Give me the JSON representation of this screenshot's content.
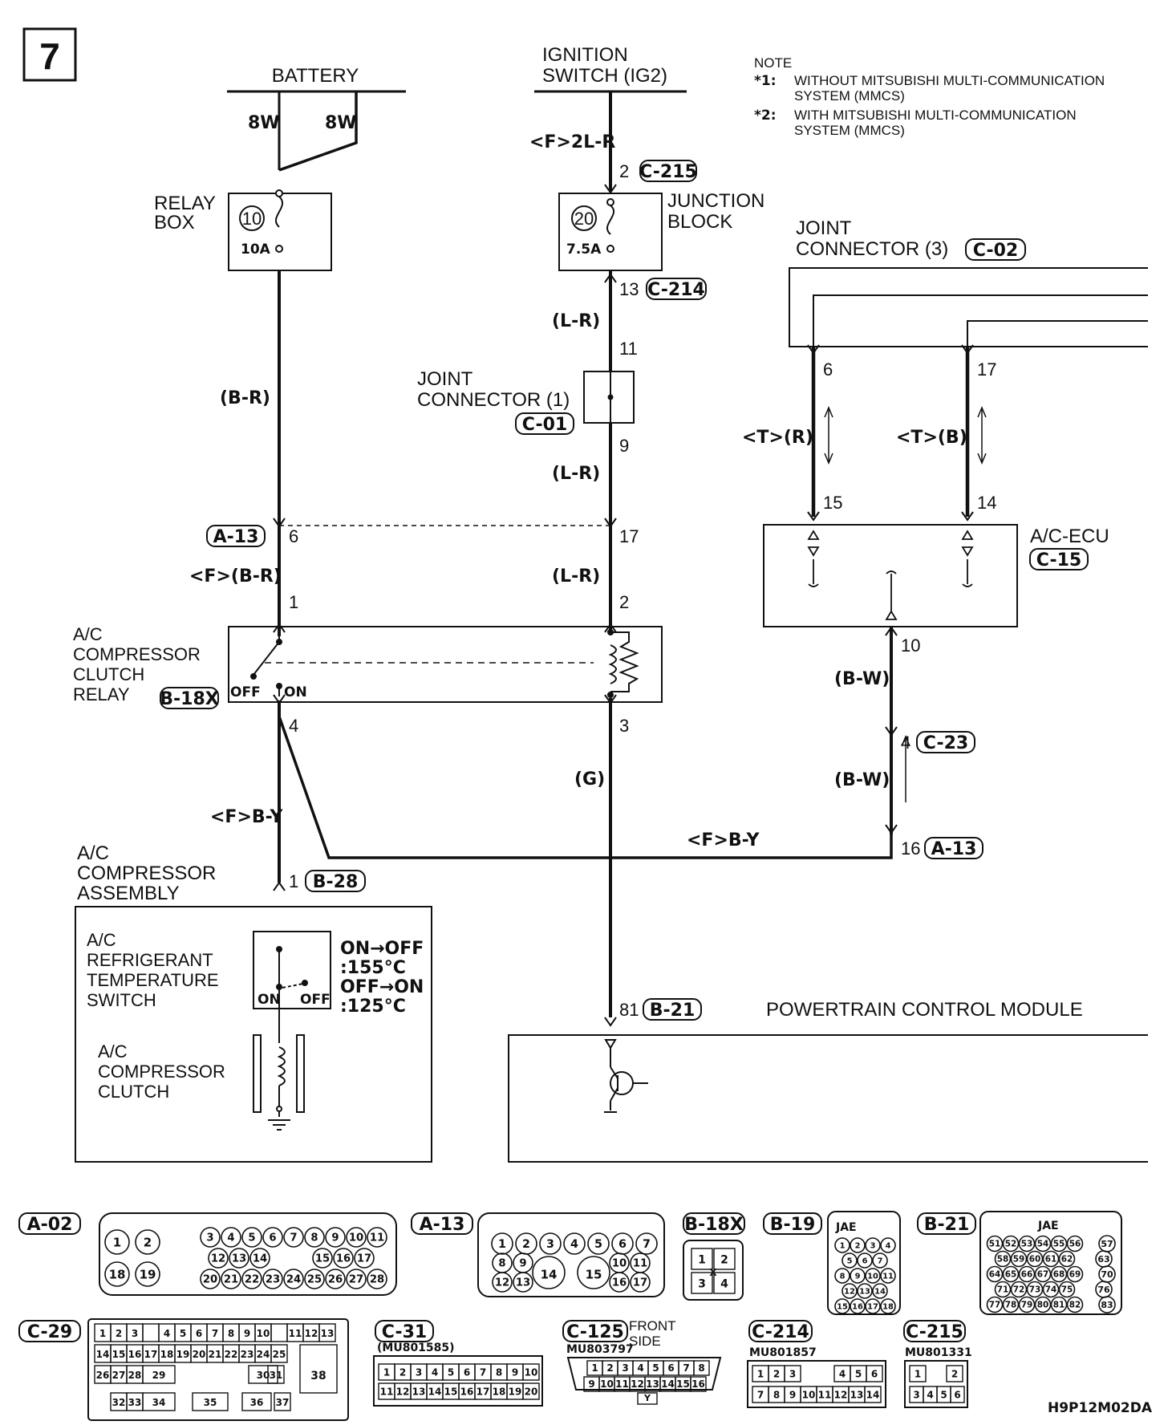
{
  "page": {
    "number": "7",
    "code": "H9P12M02DA"
  },
  "note": {
    "heading": "NOTE",
    "n1_mark": "*1:",
    "n1_l1": "WITHOUT MITSUBISHI MULTI-COMMUNICATION",
    "n1_l2": "SYSTEM (MMCS)",
    "n2_mark": "*2:",
    "n2_l1": "WITH MITSUBISHI MULTI-COMMUNICATION",
    "n2_l2": "SYSTEM (MMCS)"
  },
  "labels": {
    "battery": "BATTERY",
    "ign_l1": "IGNITION",
    "ign_l2": "SWITCH (IG2)",
    "relaybox_l1": "RELAY",
    "relaybox_l2": "BOX",
    "fuse10": "10",
    "fuse10_rating": "10A",
    "jb_l1": "JUNCTION",
    "jb_l2": "BLOCK",
    "fuse20": "20",
    "fuse20_rating": "7.5A",
    "jc1_l1": "JOINT",
    "jc1_l2": "CONNECTOR (1)",
    "jc3_l1": "JOINT",
    "jc3_l2": "CONNECTOR (3)",
    "acecu": "A/C-ECU",
    "relay_l1": "A/C",
    "relay_l2": "COMPRESSOR",
    "relay_l3": "CLUTCH",
    "relay_l4": "RELAY",
    "off": "OFF",
    "on": "ON",
    "comp_l1": "A/C",
    "comp_l2": "COMPRESSOR",
    "comp_l3": "ASSEMBLY",
    "rts_l1": "A/C",
    "rts_l2": "REFRIGERANT",
    "rts_l3": "TEMPERATURE",
    "rts_l4": "SWITCH",
    "rts_s1": "ON→OFF",
    "rts_s2": ":155°C",
    "rts_s3": "OFF→ON",
    "rts_s4": ":125°C",
    "clutch_l1": "A/C",
    "clutch_l2": "COMPRESSOR",
    "clutch_l3": "CLUTCH",
    "pcm": "POWERTRAIN CONTROL MODULE"
  },
  "wires": {
    "w8w_a": "8W",
    "w8w_b": "8W",
    "f2lr": "<F>2L-R",
    "br": "(B-R)",
    "lr1": "(L-R)",
    "lr2": "(L-R)",
    "lr3": "(L-R)",
    "fbr": "<F>(B-R)",
    "tr": "<T>(R)",
    "tb": "<T>(B)",
    "bw1": "(B-W)",
    "bw2": "(B-W)",
    "g": "(G)",
    "fby1": "<F>B-Y",
    "fby2": "<F>B-Y"
  },
  "pins": {
    "p2": "2",
    "p13": "13",
    "p11": "11",
    "p9": "9",
    "p6a": "6",
    "p17a": "17",
    "p1": "1",
    "p2b": "2",
    "p4": "4",
    "p3": "3",
    "p1b": "1",
    "p81": "81",
    "p6": "6",
    "p17": "17",
    "p15": "15",
    "p14": "14",
    "p10": "10",
    "p4b": "4",
    "p16": "16"
  },
  "connectors": {
    "c215": "C-215",
    "c214": "C-214",
    "c01": "C-01",
    "c02": "C-02",
    "c15": "C-15",
    "a13a": "A-13",
    "b18x": "B-18X",
    "c23": "C-23",
    "a13b": "A-13",
    "b28": "B-28",
    "b21": "B-21"
  },
  "legend": {
    "a02": "A-02",
    "a13": "A-13",
    "b18x": "B-18X",
    "b19": "B-19",
    "b21": "B-21",
    "c29": "C-29",
    "c31": "C-31",
    "c125": "C-125",
    "c214": "C-214",
    "c215": "C-215",
    "jae1": "JAE",
    "jae2": "JAE",
    "mu_c31": "(MU801585)",
    "mu_c125": "MU803797",
    "mu_c214": "MU801857",
    "mu_c215": "MU801331",
    "front_l1": "FRONT",
    "front_l2": "SIDE",
    "y": "Y",
    "x": "X",
    "a02_big": [
      "1",
      "2",
      "18",
      "19"
    ],
    "a02_row1": [
      "3",
      "4",
      "5",
      "6",
      "7",
      "8",
      "9",
      "10",
      "11"
    ],
    "a02_row2": [
      "12",
      "13",
      "14",
      "15",
      "16",
      "17"
    ],
    "a02_row3": [
      "20",
      "21",
      "22",
      "23",
      "24",
      "25",
      "26",
      "27",
      "28"
    ],
    "a13_row1": [
      "1",
      "2",
      "3",
      "4",
      "5",
      "6",
      "7"
    ],
    "a13_left": [
      "8",
      "9",
      "12",
      "13"
    ],
    "a13_right": [
      "10",
      "11",
      "16",
      "17"
    ],
    "a13_big": [
      "14",
      "15"
    ],
    "b18x_pins": [
      "1",
      "2",
      "3",
      "4"
    ],
    "b19_rows": [
      [
        "1",
        "2",
        "3",
        "4"
      ],
      [
        "5",
        "6",
        "7"
      ],
      [
        "8",
        "9",
        "10",
        "11"
      ],
      [
        "12",
        "13",
        "14"
      ],
      [
        "15",
        "16",
        "17",
        "18"
      ]
    ],
    "b21_rows": [
      [
        "51",
        "52",
        "53",
        "54",
        "55",
        "56"
      ],
      [
        "58",
        "59",
        "60",
        "61",
        "62"
      ],
      [
        "64",
        "65",
        "66",
        "67",
        "68",
        "69"
      ],
      [
        "71",
        "72",
        "73",
        "74",
        "75"
      ],
      [
        "77",
        "78",
        "79",
        "80",
        "81",
        "82"
      ]
    ],
    "b21_side": [
      "57",
      "63",
      "70",
      "76",
      "83"
    ],
    "c29_r1": [
      "1",
      "2",
      "3",
      "",
      "4",
      "5",
      "6",
      "7",
      "8",
      "9",
      "10",
      "",
      "11",
      "12",
      "13"
    ],
    "c29_r2": [
      "14",
      "15",
      "16",
      "17",
      "18",
      "19",
      "20",
      "21",
      "22",
      "23",
      "24",
      "25"
    ],
    "c29_r3a": [
      "26",
      "27",
      "28",
      "29"
    ],
    "c29_r3b": [
      "30",
      "31"
    ],
    "c29_r4a": [
      "32",
      "33",
      "34"
    ],
    "c29_r4b": [
      "35",
      "36",
      "37"
    ],
    "c29_big": "38",
    "c31_r1": [
      "1",
      "2",
      "3",
      "4",
      "5",
      "6",
      "7",
      "8",
      "9",
      "10"
    ],
    "c31_r2": [
      "11",
      "12",
      "13",
      "14",
      "15",
      "16",
      "17",
      "18",
      "19",
      "20"
    ],
    "c125_r1": [
      "1",
      "2",
      "3",
      "4",
      "5",
      "6",
      "7",
      "8"
    ],
    "c125_r2": [
      "9",
      "10",
      "11",
      "12",
      "13",
      "14",
      "15",
      "16"
    ],
    "c214_r1a": [
      "1",
      "2",
      "3"
    ],
    "c214_r1b": [
      "4",
      "5",
      "6"
    ],
    "c214_r2": [
      "7",
      "8",
      "9",
      "10",
      "11",
      "12",
      "13",
      "14"
    ],
    "c215_r1": [
      "1",
      "2"
    ],
    "c215_r2": [
      "3",
      "4",
      "5",
      "6"
    ]
  }
}
